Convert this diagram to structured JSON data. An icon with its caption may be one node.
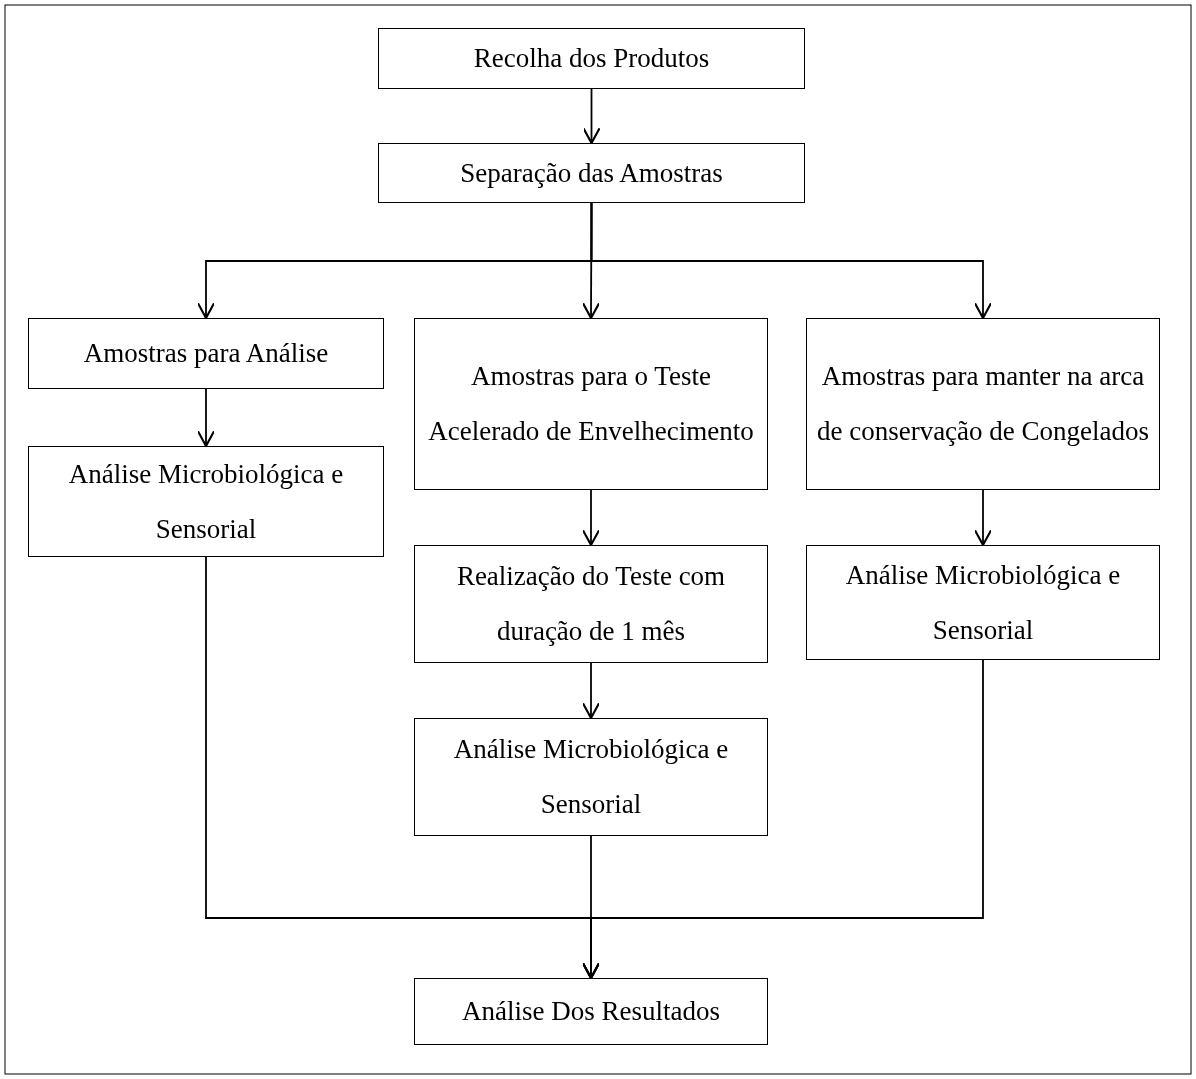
{
  "diagram": {
    "nodes": [
      {
        "text": [
          "Recolha dos Produtos"
        ]
      },
      {
        "text": [
          "Separação das Amostras"
        ]
      },
      {
        "text": [
          "Amostras para Análise"
        ]
      },
      {
        "text": [
          "Amostras para o Teste Acelerado de Envelhecimento"
        ]
      },
      {
        "text": [
          "Amostras para manter na arca de conservação de Congelados"
        ]
      },
      {
        "text": [
          "Análise Microbiológica e Sensorial"
        ]
      },
      {
        "text": [
          "Realização do Teste com duração de 1 mês"
        ]
      },
      {
        "text": [
          "Análise Microbiológica e Sensorial"
        ]
      },
      {
        "text": [
          "Análise Microbiológica e Sensorial"
        ]
      },
      {
        "text": [
          "Análise Dos Resultados"
        ]
      }
    ],
    "edges": [
      {
        "from": 0,
        "to": 1,
        "arrow": "to"
      },
      {
        "from": 1,
        "to": 2,
        "arrow": "to"
      },
      {
        "from": 1,
        "to": 3,
        "arrow": "to"
      },
      {
        "from": 1,
        "to": 4,
        "arrow": "to"
      },
      {
        "from": 2,
        "to": 5,
        "arrow": "to"
      },
      {
        "from": 3,
        "to": 6,
        "arrow": "to"
      },
      {
        "from": 4,
        "to": 7,
        "arrow": "to"
      },
      {
        "from": 6,
        "to": 8,
        "arrow": "to"
      },
      {
        "from": 5,
        "to": 9,
        "arrow": "to"
      },
      {
        "from": 8,
        "to": 9,
        "arrow": "to"
      },
      {
        "from": 7,
        "to": 9,
        "arrow": "to"
      }
    ]
  }
}
